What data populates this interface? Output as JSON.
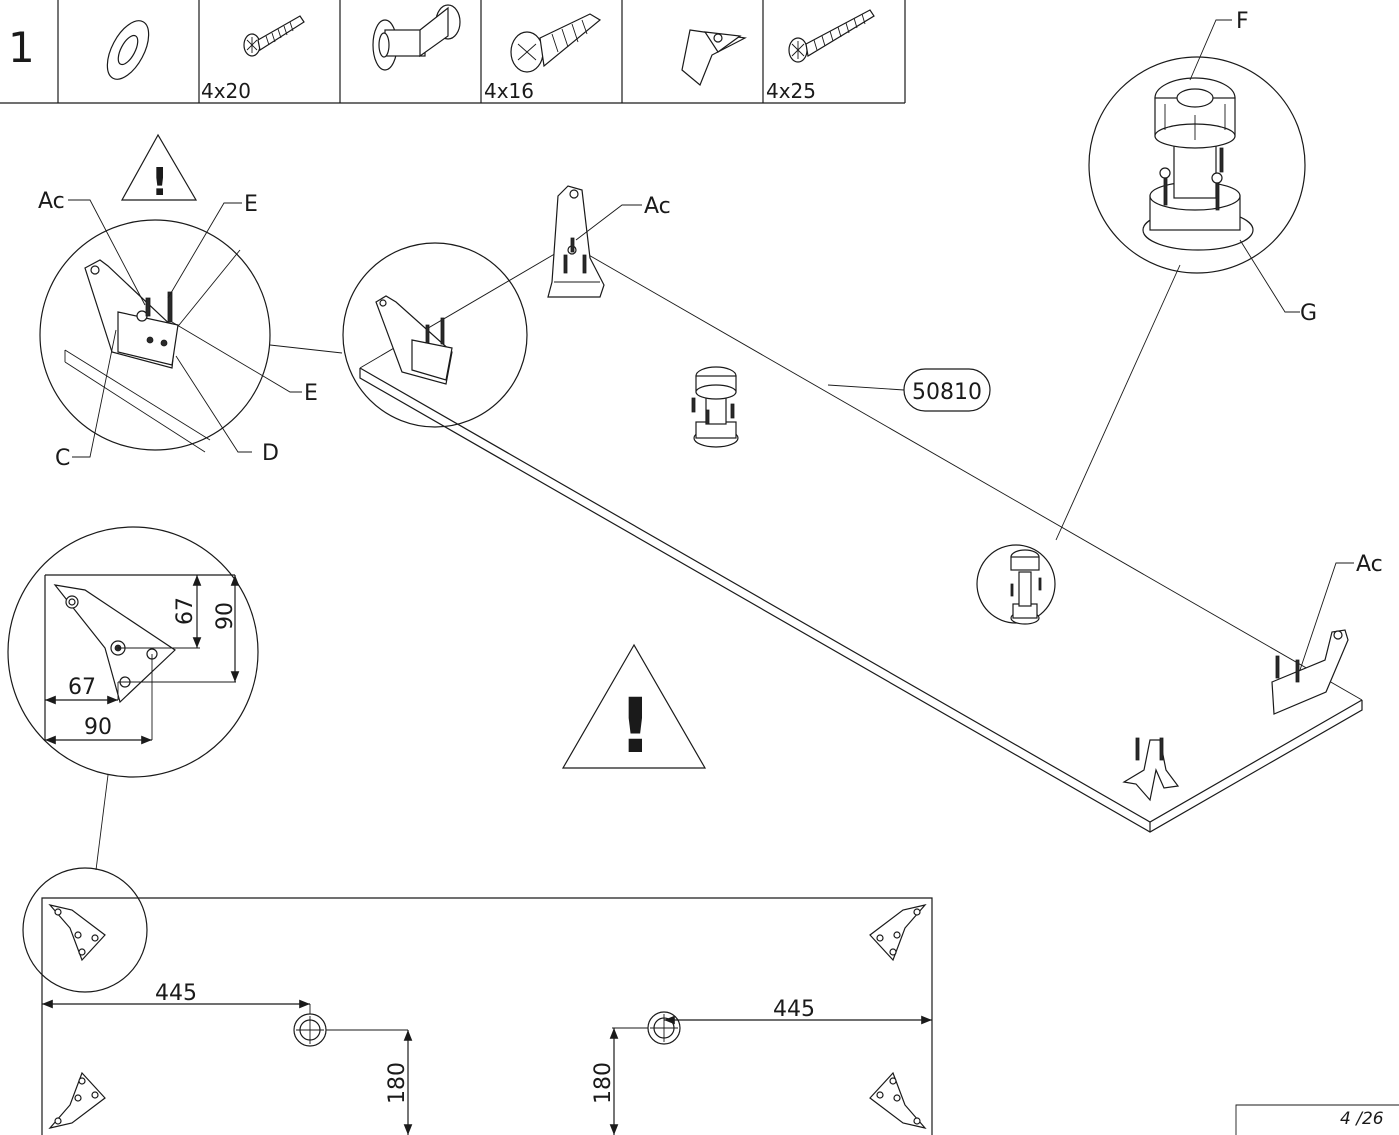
{
  "step": {
    "number": "1"
  },
  "hardware": [
    {
      "icon": "washer-icon",
      "size": ""
    },
    {
      "icon": "screw-icon",
      "size": "4x20"
    },
    {
      "icon": "leveling-foot-icon",
      "size": ""
    },
    {
      "icon": "screw-icon",
      "size": "4x16"
    },
    {
      "icon": "corner-leg-icon",
      "size": ""
    },
    {
      "icon": "screw-icon",
      "size": "4x25"
    }
  ],
  "warning": {
    "symbol": "!"
  },
  "labels": {
    "ac": "Ac",
    "c": "C",
    "d": "D",
    "e": "E",
    "f": "F",
    "g": "G"
  },
  "part_number": "50810",
  "dimensions": {
    "d67": "67",
    "d90": "90",
    "d445": "445",
    "d180": "180"
  },
  "page": {
    "indicator": "4 /26"
  }
}
